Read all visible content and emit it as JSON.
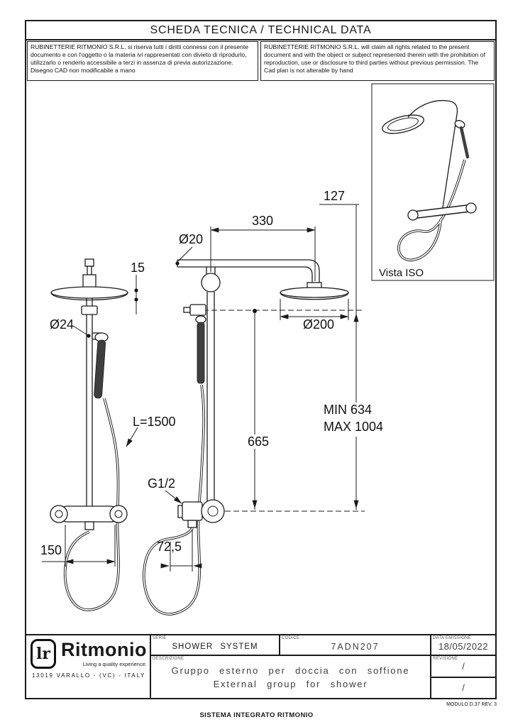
{
  "header": {
    "title": "SCHEDA TECNICA / TECHNICAL DATA"
  },
  "disclaimers": {
    "it": "RUBINETTERIE RITMONIO S.R.L. si riserva tutti i diritti connessi con il presente documento e con l'oggetto o la materia ivi rappresentati con divieto di riprodurlo, utilizzarlo o renderlo accessibile a terzi in assenza di previa autorizzazione. Disegno CAD non modificabile a mano",
    "en": "RUBINETTERIE RITMONIO S.R.L. will claim all rights related to the present document and with the object or subject represented therein with the prohibition of reproduction, use or disclosure to third parties without previous permission. The Cad plan is not alterable by hand"
  },
  "drawing": {
    "iso_label": "Vista ISO",
    "dims": {
      "d127": "127",
      "d330": "330",
      "dia20": "Ø20",
      "d15": "15",
      "dia24": "Ø24",
      "dia200": "Ø200",
      "min": "MIN 634",
      "max": "MAX 1004",
      "d665": "665",
      "hose_length": "L=1500",
      "thread": "G1/2",
      "d150": "150",
      "d72_5": "72,5"
    }
  },
  "title_block": {
    "brand": {
      "mark": "lr",
      "name": "Ritmonio",
      "tagline": "Living a quality experience.",
      "address": "13019 VARALLO - (VC) - ITALY"
    },
    "serie": {
      "label": "SERIE",
      "value": "SHOWER SYSTEM"
    },
    "codice": {
      "label": "CODICE",
      "value": "7ADN207"
    },
    "data_emissione": {
      "label": "DATA EMISSIONE",
      "value": "18/05/2022"
    },
    "descrizione": {
      "label": "DESCRIZIONE",
      "line1": "Gruppo esterno per doccia con soffione",
      "line2": "External group for shower"
    },
    "revisione": {
      "label": "REVISIONE",
      "rows": [
        "/",
        "/"
      ]
    }
  },
  "footer": {
    "system": "SISTEMA INTEGRATO RITMONIO",
    "module": "MODULO D.37 REV. 3"
  }
}
